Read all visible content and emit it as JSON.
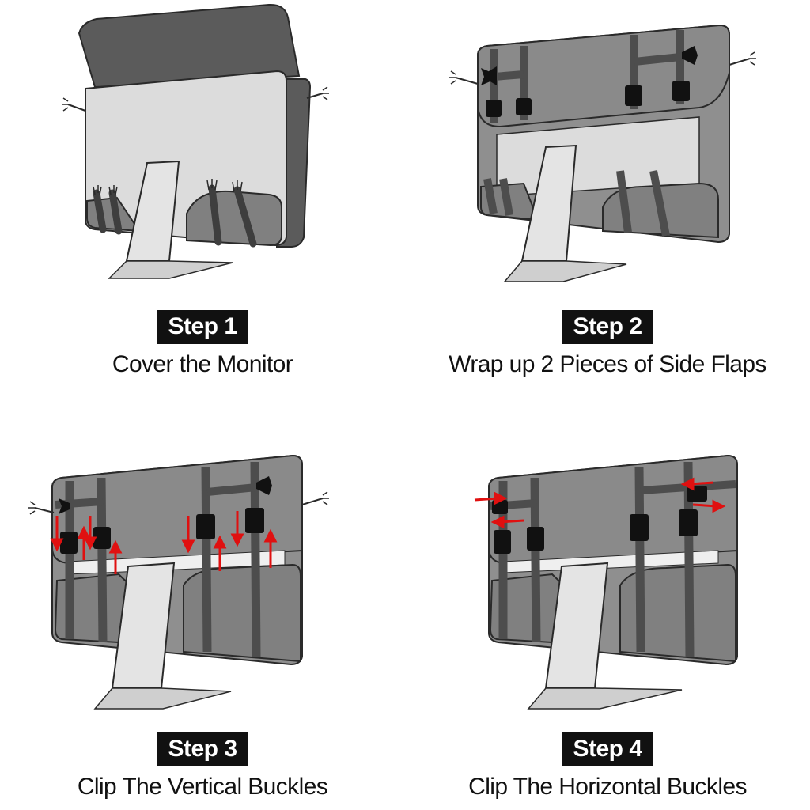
{
  "colors": {
    "cover_dark": "#5b5b5b",
    "cover_mid": "#7d7d7d",
    "cover_light": "#8f8f8f",
    "monitor_back": "#d9d9d9",
    "stand": "#dddddd",
    "strap": "#4d4d4d",
    "buckle": "#111111",
    "arrow": "#e01010",
    "outline": "#2a2a2a"
  },
  "steps": [
    {
      "badge": "Step 1",
      "caption": "Cover the Monitor"
    },
    {
      "badge": "Step 2",
      "caption": "Wrap up 2 Pieces of Side Flaps"
    },
    {
      "badge": "Step 3",
      "caption": "Clip The Vertical Buckles"
    },
    {
      "badge": "Step 4",
      "caption": "Clip The Horizontal Buckles"
    }
  ]
}
